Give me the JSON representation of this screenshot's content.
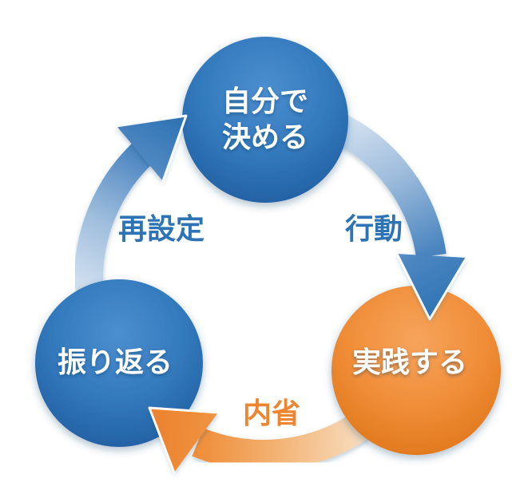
{
  "diagram": {
    "type": "cycle",
    "direction": "clockwise",
    "colors": {
      "blue": "#2e74b5",
      "blue_light": "#cfdeef",
      "orange": "#ec8430",
      "orange_light": "#f7dcbd",
      "node_text": "#ffffff",
      "background": "#ffffff"
    },
    "nodes": [
      {
        "id": "decide",
        "position": "top",
        "line1": "自分で",
        "line2": "決める",
        "color": "#2e74b5"
      },
      {
        "id": "practice",
        "position": "right",
        "label": "実践する",
        "color": "#ec8430"
      },
      {
        "id": "reflect",
        "position": "left",
        "label": "振り返る",
        "color": "#2e74b5"
      }
    ],
    "edges": [
      {
        "id": "action",
        "label": "行動",
        "from": "decide",
        "to": "practice",
        "color": "#2e74b5"
      },
      {
        "id": "introspection",
        "label": "内省",
        "from": "practice",
        "to": "reflect",
        "color": "#ed8531"
      },
      {
        "id": "reset",
        "label": "再設定",
        "from": "reflect",
        "to": "decide",
        "color": "#2e74b5"
      }
    ]
  }
}
